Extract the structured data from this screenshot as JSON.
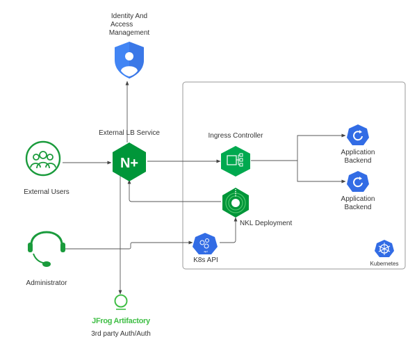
{
  "nodes": {
    "iam": {
      "label_lines": [
        "Identity And",
        "Access",
        "Management"
      ],
      "icon": "shield-user-icon"
    },
    "lb": {
      "label": "External LB Service",
      "icon": "nginx-plus-icon",
      "glyph": "N+"
    },
    "ingress": {
      "label": "Ingress Controller",
      "icon": "ingress-controller-icon"
    },
    "nkl": {
      "label": "NKL Deployment",
      "icon": "nkl-target-icon"
    },
    "users": {
      "label": "External Users",
      "icon": "users-group-icon"
    },
    "admin": {
      "label": "Administrator",
      "icon": "headset-icon"
    },
    "k8sapi": {
      "label": "K8s API",
      "icon": "k8s-api-icon",
      "badge": "api"
    },
    "backend1": {
      "label_lines": [
        "Application",
        "Backend"
      ],
      "icon": "deployment-icon"
    },
    "backend2": {
      "label_lines": [
        "Application",
        "Backend"
      ],
      "icon": "deployment-icon"
    },
    "jfrog": {
      "logo_text": "JFrog Artifactory",
      "label": "3rd party Auth/Auth",
      "icon": "jfrog-icon"
    },
    "cluster": {
      "label": "Kubernetes",
      "icon": "kubernetes-wheel-icon"
    }
  },
  "colors": {
    "nginx_green": "#009639",
    "k8s_blue": "#326ce5",
    "gcp_blue": "#4285f4",
    "jfrog_green": "#40be46",
    "line": "#555555"
  }
}
